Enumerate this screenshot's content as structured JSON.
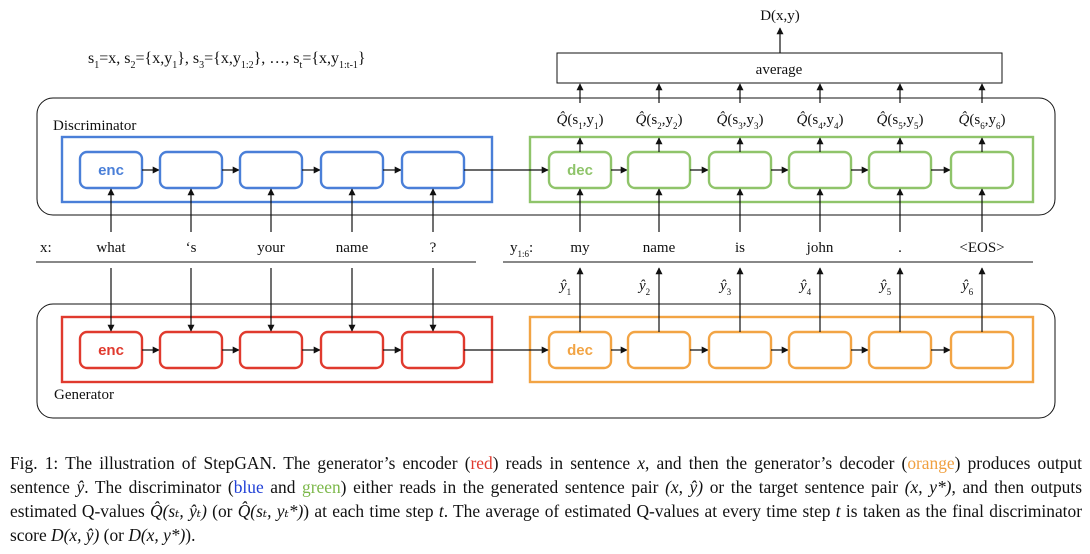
{
  "colors": {
    "discriminator_encoder": "#4a7fd8",
    "discriminator_decoder": "#8fc46a",
    "generator_encoder": "#e03a2e",
    "generator_decoder": "#f2a444",
    "line": "#111111"
  },
  "output": {
    "label": "D(x,y)",
    "average_label": "average"
  },
  "states_formula": {
    "parts": [
      {
        "s": "1",
        "rest": "=x,  "
      },
      {
        "s": "2",
        "rest": "={x,y",
        "y": "1",
        "end": "},  "
      },
      {
        "s": "3",
        "rest": "={x,y",
        "y": "1:2",
        "end": "}, …, "
      },
      {
        "s": "t",
        "rest": "={x,y",
        "y": "1:t-1",
        "end": "}"
      }
    ]
  },
  "discriminator": {
    "title": "Discriminator",
    "encoder_label": "enc",
    "decoder_label": "dec",
    "q_values": [
      {
        "s": "1",
        "y": "1"
      },
      {
        "s": "2",
        "y": "2"
      },
      {
        "s": "3",
        "y": "3"
      },
      {
        "s": "4",
        "y": "4"
      },
      {
        "s": "5",
        "y": "5"
      },
      {
        "s": "6",
        "y": "6"
      }
    ]
  },
  "generator": {
    "title": "Generator",
    "encoder_label": "enc",
    "decoder_label": "dec",
    "outputs": [
      "1",
      "2",
      "3",
      "4",
      "5",
      "6"
    ]
  },
  "source": {
    "label": "x:",
    "tokens": [
      "what",
      "‘s",
      "your",
      "name",
      "?"
    ]
  },
  "target": {
    "label_main": "y",
    "label_sub": "1:6",
    "label_colon": ":",
    "tokens": [
      "my",
      "name",
      "is",
      "john",
      ".",
      "<EOS>"
    ]
  },
  "caption": {
    "prefix": "Fig. 1: The illustration of StepGAN. The generator’s encoder (",
    "red": "red",
    "part2": ") reads in sentence ",
    "x1": "x",
    "part3": ", and then the generator’s decoder (",
    "orange": "orange",
    "part4": ") produces output sentence ",
    "yhat1": "ŷ",
    "part5": ". The discriminator (",
    "blue": "blue",
    "and": " and ",
    "green": "green",
    "part6": ") either reads in the generated sentence pair ",
    "pair1": "(x, ŷ)",
    "part7": " or the target sentence pair ",
    "pair2": "(x, y*)",
    "part8": ", and then outputs estimated Q-values ",
    "q1": "Q̂(sₜ, ŷₜ)",
    "part9": " (or ",
    "q2": "Q̂(sₜ, yₜ*)",
    "part10": ") at each time step ",
    "t1": "t",
    "part11": ". The average of estimated Q-values at every time step ",
    "t2": "t",
    "part12": " is taken as the final discriminator score ",
    "d1": "D(x, ŷ)",
    "part13": " (or ",
    "d2": "D(x, y*)",
    "part14": ")."
  }
}
